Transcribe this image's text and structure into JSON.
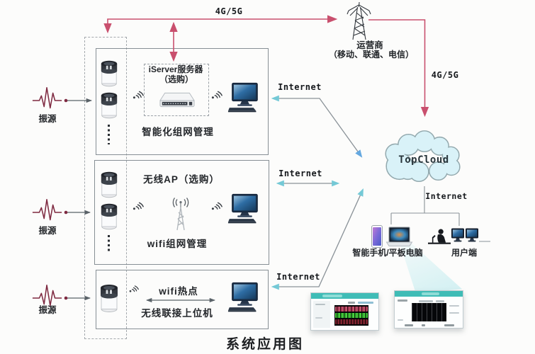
{
  "diagram_title": "系统应用图",
  "network": {
    "top_link_label": "4G/5G",
    "carrier_label": "运营商",
    "carrier_operators": "（移动、联通、电信）",
    "carrier_link_label": "4G/5G",
    "cloud_label": "TopCloud",
    "cloud_internet_label": "Internet"
  },
  "internet_links": {
    "top": "Internet",
    "middle": "Internet",
    "bottom": "Internet"
  },
  "sources": [
    {
      "label": "振源"
    },
    {
      "label": "振源"
    },
    {
      "label": "振源"
    }
  ],
  "boxes": [
    {
      "title": "iServer服务器",
      "subtitle": "（选购）",
      "caption": "智能化组网管理"
    },
    {
      "title": "无线AP（选购）",
      "caption": "wifi组网管理"
    },
    {
      "title": "wifi热点",
      "caption": "无线联接上位机"
    }
  ],
  "clients": {
    "mobile_label": "智能手机/平板电脑",
    "terminal_label": "用户端"
  },
  "icons": {
    "sensor-icon": "cylinder vibration sensor",
    "computer-icon": "desktop host computer",
    "server-icon": "rack server",
    "wifi-signal-icon": "radio waves",
    "antenna-icon": "wireless AP mast",
    "cell-tower-icon": "carrier lattice tower",
    "cloud-icon": "TopCloud cloud",
    "waveform-icon": "vibration source wavelet",
    "phone-icon": "smartphone",
    "laptop-icon": "tablet / laptop",
    "person-desk-icon": "operator at desk",
    "monitor-icon": "client terminal monitor"
  },
  "colors": {
    "arrow_pink": "#c9506e",
    "arrow_teal": "#74c9d6",
    "arrow_blue": "#64a8e0",
    "line_gray": "#8a9298",
    "box_border": "#878f95",
    "app_header_teal": "#3fbcb6",
    "cloud_fill": "#d9f2f8",
    "waveform_red": "#7e2940"
  }
}
